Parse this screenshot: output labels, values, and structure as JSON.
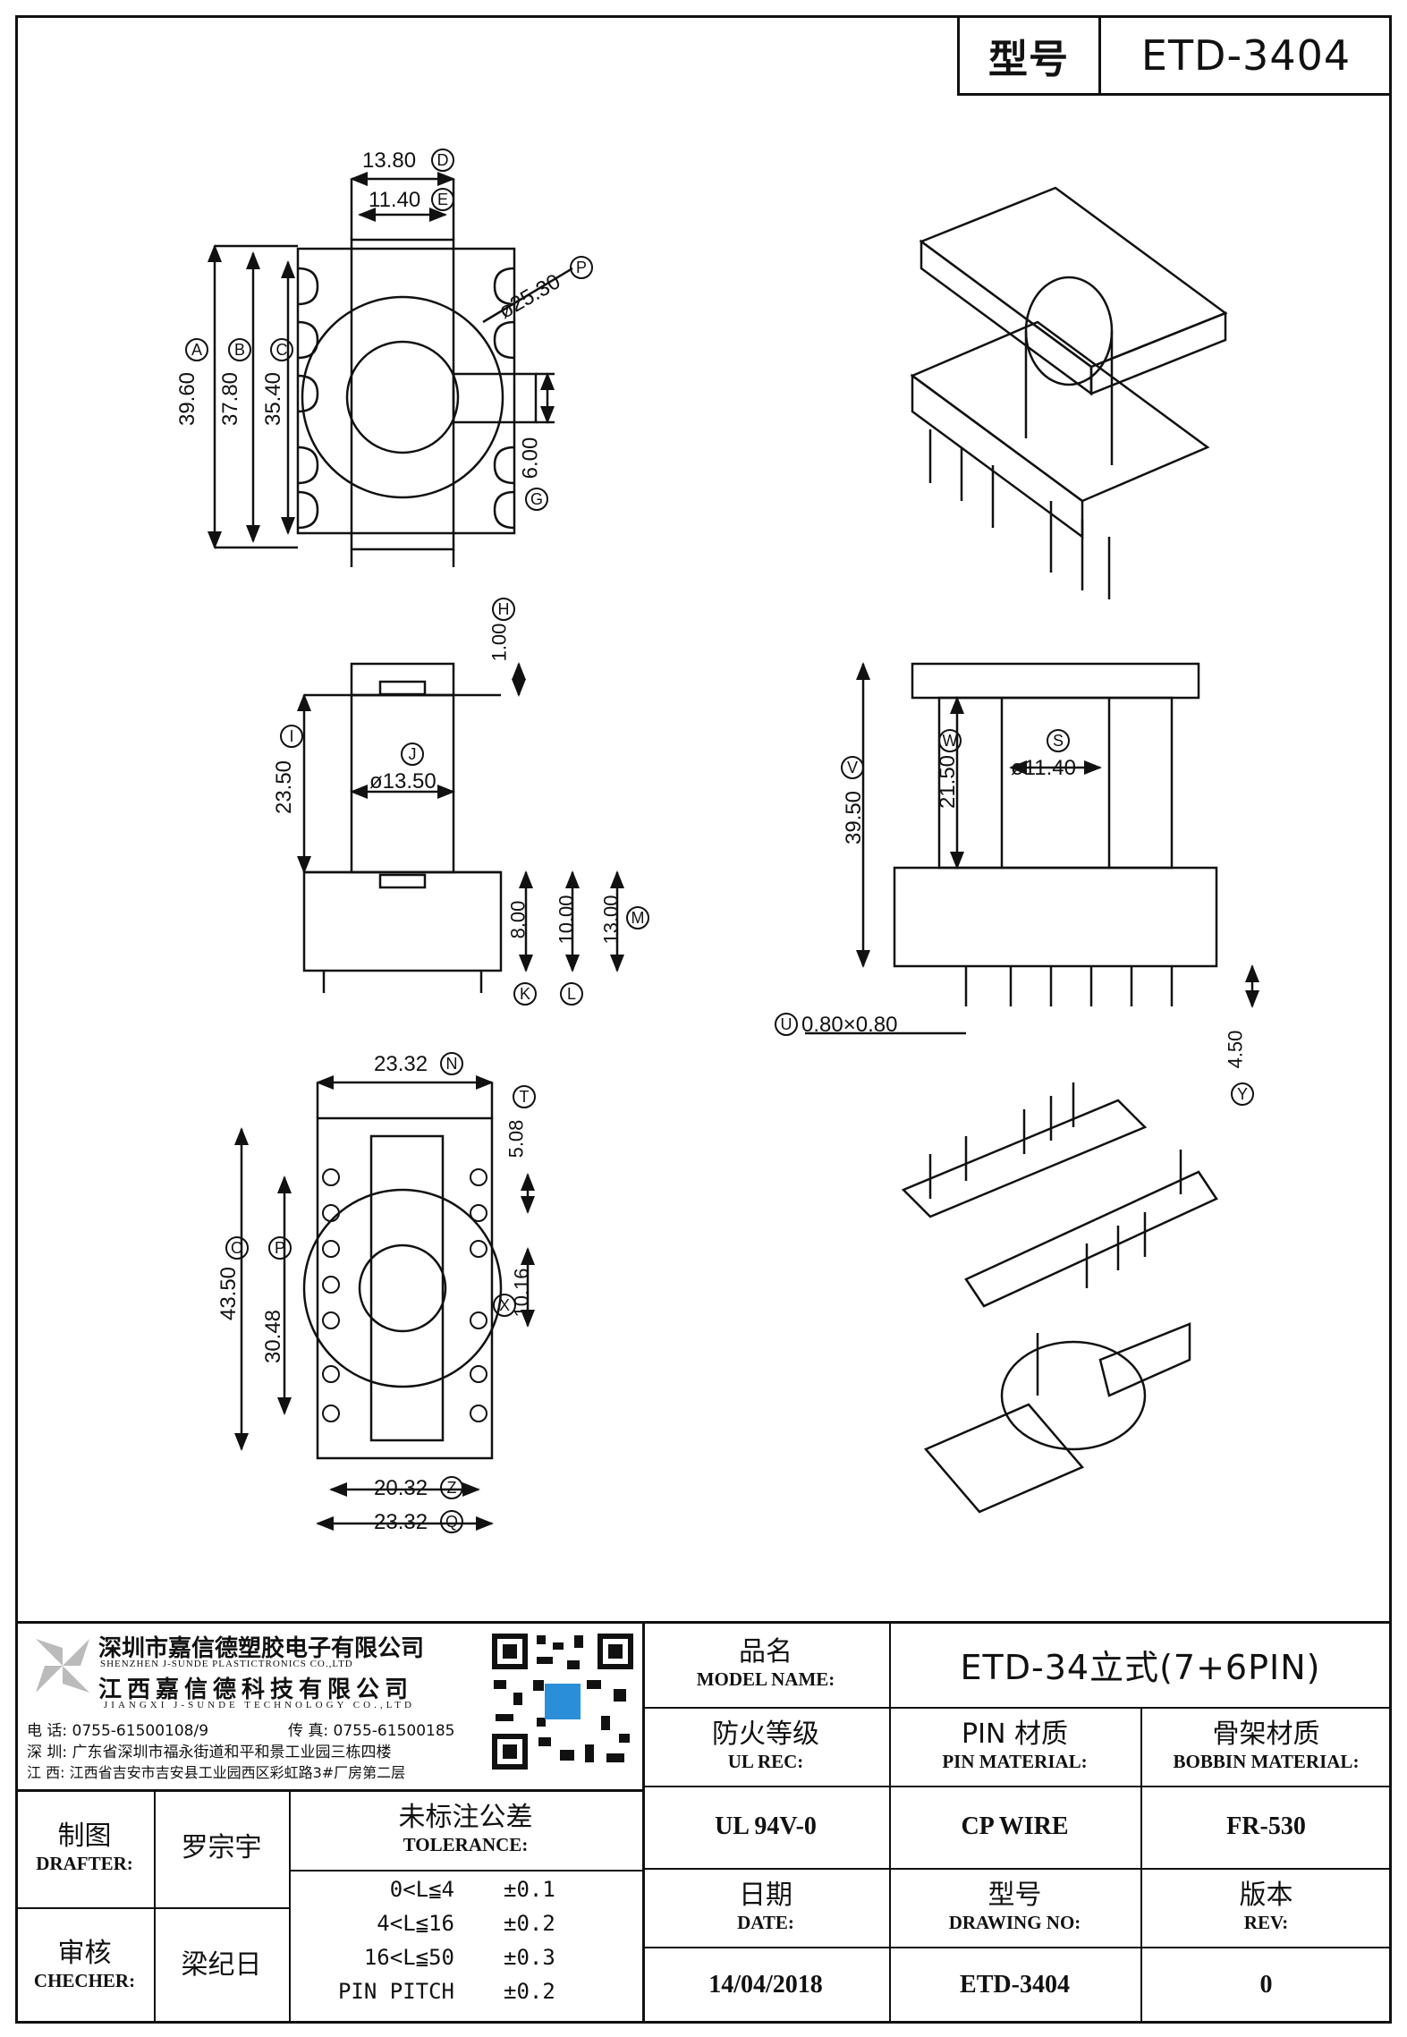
{
  "header": {
    "model_label": "型号",
    "model_value": "ETD-3404"
  },
  "dimensions": {
    "top_view": {
      "w1": "13.80",
      "w1_tag": "D",
      "w2": "11.40",
      "w2_tag": "E",
      "dia": "ø25.30",
      "dia_tag": "P",
      "h1": "39.60",
      "h1_tag": "A",
      "h2": "37.80",
      "h2_tag": "B",
      "h3": "35.40",
      "h3_tag": "C",
      "slot": "6.00",
      "slot_tag": "G"
    },
    "side_view": {
      "top": "1.00",
      "top_tag": "H",
      "height": "23.50",
      "height_tag": "I",
      "core": "ø13.50",
      "core_tag": "J",
      "p1": "8.00",
      "p2": "10.00",
      "p3": "13.00",
      "p3_tag": "M",
      "tag_k": "K",
      "tag_l": "L"
    },
    "front_view": {
      "total": "39.50",
      "total_tag": "V",
      "inner": "21.50",
      "inner_tag": "W",
      "core": "ø11.40",
      "core_tag": "S",
      "pin": "0.80×0.80",
      "pin_tag": "U",
      "pin_len": "4.50",
      "pin_len_tag": "Y"
    },
    "bottom_view": {
      "top_w": "23.32",
      "top_w_tag": "N",
      "pitch": "5.08",
      "pitch_tag": "T",
      "h1": "43.50",
      "h1_tag": "O",
      "h2": "30.48",
      "h2_tag": "P",
      "gap": "10.16",
      "gap_tag": "X",
      "b1": "20.32",
      "b1_tag": "Z",
      "b2": "23.32",
      "b2_tag": "Q"
    }
  },
  "company": {
    "name_sz_cn": "深圳市嘉信德塑胶电子有限公司",
    "name_sz_en": "SHENZHEN J-SUNDE PLASTICTRONICS CO.,LTD",
    "name_jx_cn": "江西嘉信德科技有限公司",
    "name_jx_en": "JIANGXI J-SUNDE TECHNOLOGY CO.,LTD",
    "tel": "电 话: 0755-61500108/9",
    "fax": "传 真: 0755-61500185",
    "addr_sz": "深 圳: 广东省深圳市福永街道和平和景工业园三栋四楼",
    "addr_jx": "江 西: 江西省吉安市吉安县工业园西区彩虹路3#厂房第二层"
  },
  "title_block": {
    "model_name_cn": "品名",
    "model_name_en": "MODEL NAME:",
    "model_name_value": "ETD-34立式(7+6PIN)",
    "ul_cn": "防火等级",
    "ul_en": "UL REC:",
    "pin_cn": "PIN 材质",
    "pin_en": "PIN MATERIAL:",
    "bobbin_cn": "骨架材质",
    "bobbin_en": "BOBBIN MATERIAL:",
    "ul_value": "UL 94V-0",
    "pin_value": "CP WIRE",
    "bobbin_value": "FR-530",
    "date_cn": "日期",
    "date_en": "DATE:",
    "drawing_cn": "型号",
    "drawing_en": "DRAWING NO:",
    "rev_cn": "版本",
    "rev_en": "REV:",
    "date_value": "14/04/2018",
    "drawing_value": "ETD-3404",
    "rev_value": "0",
    "drafter_cn": "制图",
    "drafter_en": "DRAFTER:",
    "drafter_name": "罗宗宇",
    "checker_cn": "审核",
    "checker_en": "CHECHER:",
    "checker_name": "梁纪日",
    "tolerance_cn": "未标注公差",
    "tolerance_en": "TOLERANCE:",
    "tolerances": [
      {
        "range": "0<L≦4",
        "value": "±0.1"
      },
      {
        "range": "4<L≦16",
        "value": "±0.2"
      },
      {
        "range": "16<L≦50",
        "value": "±0.3"
      },
      {
        "range": "PIN PITCH",
        "value": "±0.2"
      }
    ]
  },
  "icons": [
    "company-logo-icon",
    "qr-code-icon"
  ]
}
